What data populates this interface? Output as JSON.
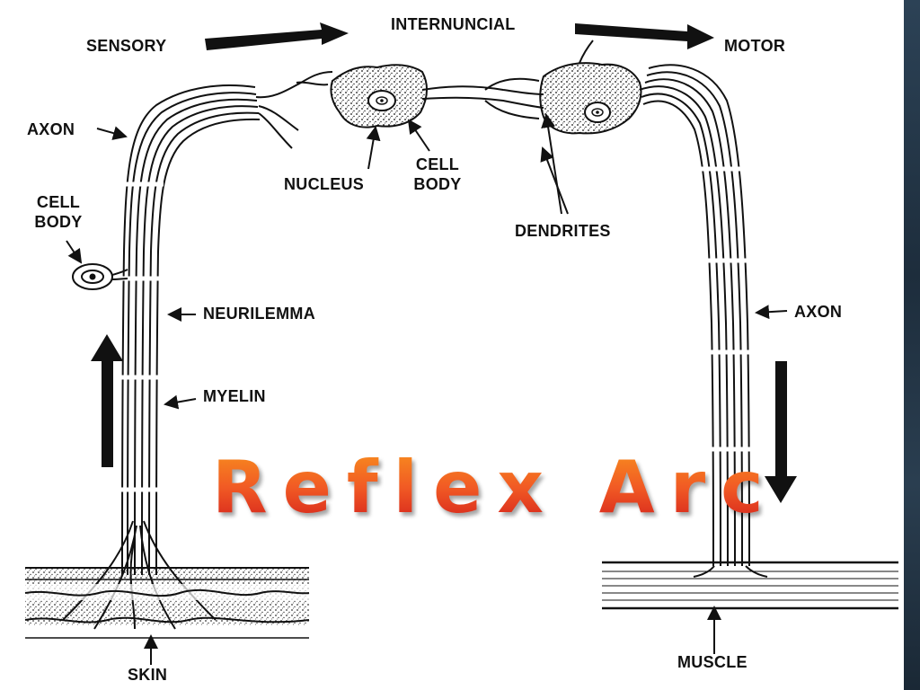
{
  "title": "Reflex Arc",
  "labels": {
    "sensory": "SENSORY",
    "internuncial": "INTERNUNCIAL",
    "motor": "MOTOR",
    "axon_left": "AXON",
    "cell_body_left": "CELL BODY",
    "nucleus": "NUCLEUS",
    "cell_body_center": "CELL BODY",
    "dendrites": "DENDRITES",
    "neurilemma": "NEURILEMMA",
    "myelin": "MYELIN",
    "axon_right": "AXON",
    "skin": "SKIN",
    "muscle": "MUSCLE"
  },
  "colors": {
    "title_top": "#f8921e",
    "title_bottom": "#d11b1b",
    "slide_background": "#1f3040",
    "diagram_ink": "#111111"
  }
}
